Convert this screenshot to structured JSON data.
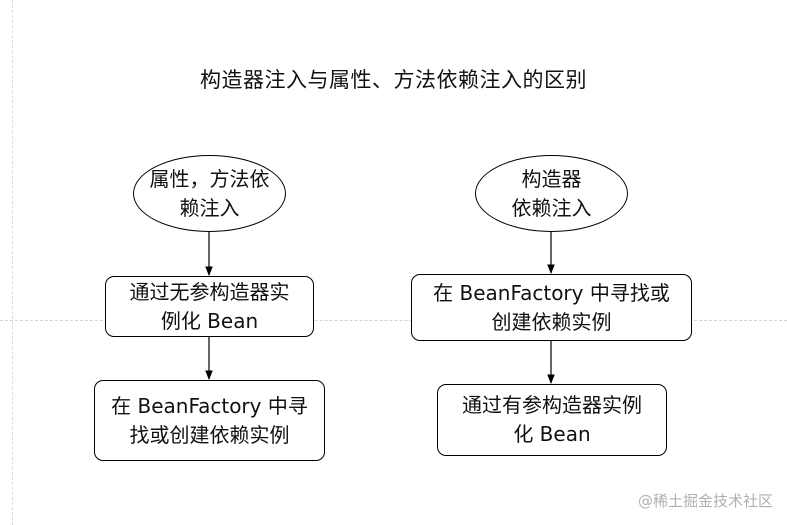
{
  "diagram": {
    "title": "构造器注入与属性、方法依赖注入的区别",
    "left_flow": {
      "start": "属性，方法依\n赖注入",
      "step1": "通过无参构造器实\n例化 Bean",
      "step2": "在 BeanFactory 中寻\n找或创建依赖实例"
    },
    "right_flow": {
      "start": "构造器\n依赖注入",
      "step1": "在 BeanFactory 中寻找或\n创建依赖实例",
      "step2": "通过有参构造器实例\n化 Bean"
    }
  },
  "watermark": "@稀土掘金技术社区",
  "colors": {
    "stroke": "#000000",
    "guide": "#d4d4d4",
    "watermark": "#b0b0b0"
  }
}
